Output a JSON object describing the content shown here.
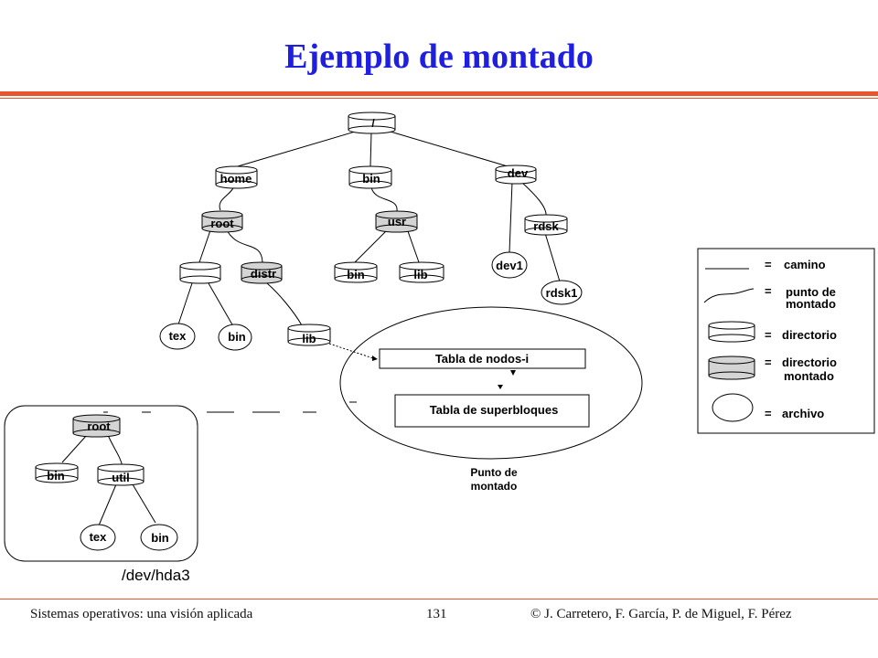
{
  "title": "Ejemplo de montado",
  "tree": {
    "root": "/",
    "home": "home",
    "bin": "bin",
    "dev": "dev",
    "root_dir": "root",
    "usr": "usr",
    "rdsk": "rdsk",
    "empty": "",
    "distr": "distr",
    "usr_bin": "bin",
    "usr_lib": "lib",
    "dev1": "dev1",
    "rdsk1": "rdsk1",
    "tex": "tex",
    "root_bin": "bin",
    "lib": "lib"
  },
  "mount_point": {
    "inode_table": "Tabla   de   nodos-i",
    "superblock_table": "Tabla   de   superbloques",
    "label_line1": "Punto   de",
    "label_line2": "montado"
  },
  "device": {
    "root": "root",
    "bin": "bin",
    "util": "util",
    "tex": "tex",
    "util_bin": "bin",
    "name": "/dev/hda3"
  },
  "legend": {
    "path": "camino",
    "mount_line1": "punto   de",
    "mount_line2": "montado",
    "directory": "directorio",
    "mounted_line1": "directorio",
    "mounted_line2": "montado",
    "file": "archivo",
    "equals": "="
  },
  "footer": {
    "left": "Sistemas operativos: una visión aplicada",
    "page": "131",
    "right": "© J. Carretero, F. García, P. de Miguel, F. Pérez"
  },
  "colors": {
    "title": "#1f1fe0",
    "accent_rule": "#e8562f",
    "mounted_dir_fill": "#d4d4d4"
  }
}
